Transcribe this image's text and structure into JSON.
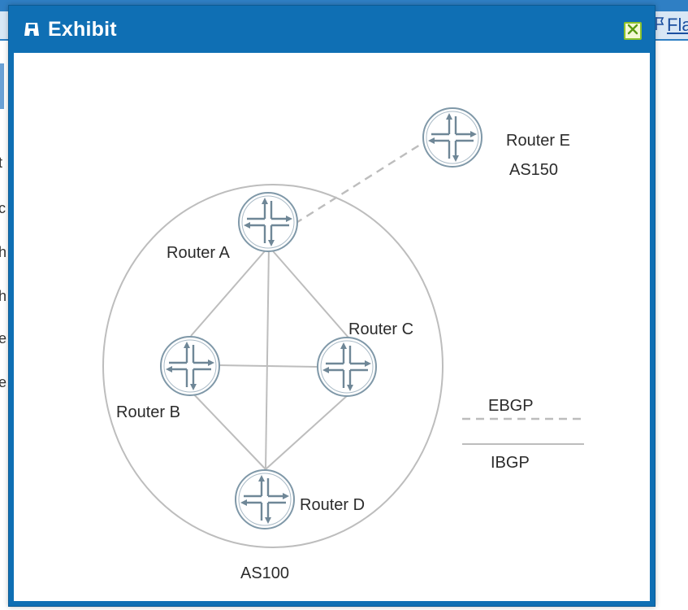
{
  "dialog": {
    "title": "Exhibit",
    "title_icon": "exhibit-icon",
    "close_icon": "close-icon"
  },
  "background": {
    "flag_label": "Fla",
    "flag_icon": "flag-icon",
    "left_fragments": [
      "t",
      "c",
      "h",
      "h",
      "e",
      "e"
    ]
  },
  "diagram": {
    "routers": {
      "a": "Router A",
      "b": "Router B",
      "c": "Router C",
      "d": "Router D",
      "e": "Router E"
    },
    "as": {
      "inner": "AS100",
      "outer": "AS150"
    },
    "legend": {
      "ebgp": "EBGP",
      "ibgp": "IBGP"
    },
    "router_icon": "router-icon"
  },
  "colors": {
    "titlebar": "#0f6fb4",
    "router_stroke": "#7f98a8",
    "link": "#bdbdbd"
  }
}
